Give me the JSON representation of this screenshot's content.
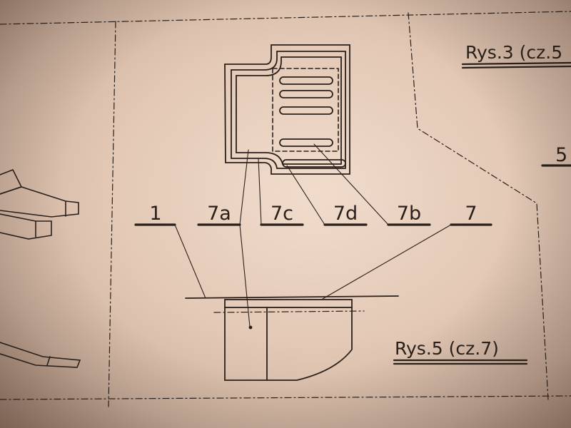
{
  "labels": {
    "l1": "1",
    "l7a": "7a",
    "l7c": "7c",
    "l7d": "7d",
    "l7b": "7b",
    "l7": "7",
    "rys3": "Rys.3 (cz.5",
    "rys5": "Rys.5 (cz.7)",
    "five": "5"
  }
}
